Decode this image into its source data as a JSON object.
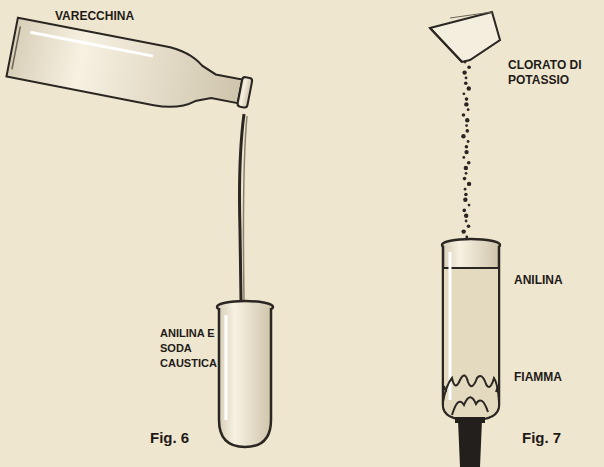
{
  "diagram": {
    "labels": [
      "VARECCHINA",
      "ANILINA E SODA CAUSTICA",
      "Fig. 6",
      "CLORATO DI POTASSIO",
      "ANILINA",
      "FIAMMA",
      "Fig. 7"
    ]
  }
}
